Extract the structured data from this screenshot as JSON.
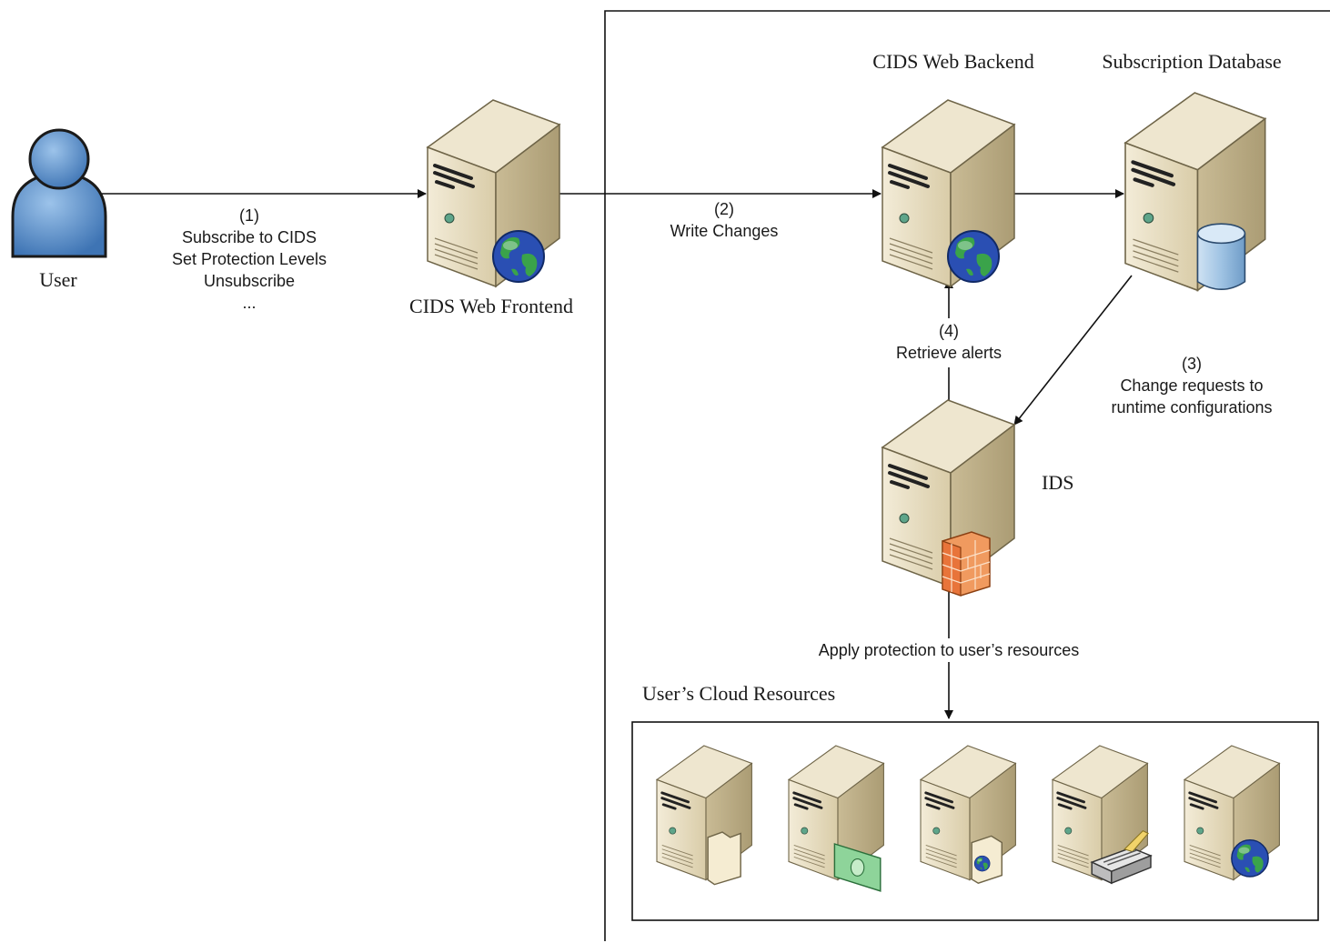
{
  "nodes": {
    "user": "User",
    "frontend": "CIDS Web Frontend",
    "backend": "CIDS Web Backend",
    "database": "Subscription Database",
    "ids": "IDS",
    "resources": "User’s Cloud Resources"
  },
  "edges": {
    "step1": {
      "number": "(1)",
      "lines": [
        "Subscribe to CIDS",
        "Set Protection Levels",
        "Unsubscribe",
        "..."
      ]
    },
    "step2": {
      "number": "(2)",
      "lines": [
        "Write Changes"
      ]
    },
    "step3": {
      "number": "(3)",
      "lines": [
        "Change requests to",
        "runtime configurations"
      ]
    },
    "step4": {
      "number": "(4)",
      "lines": [
        "Retrieve alerts"
      ]
    },
    "apply": {
      "lines": [
        "Apply protection to user’s resources"
      ]
    }
  },
  "resource_icons": [
    "folder-icon",
    "money-icon",
    "globe-document-icon",
    "printer-icon",
    "globe-icon"
  ],
  "colors": {
    "server_face": "#e8dfc6",
    "server_side": "#cfc2a0",
    "user_blue": "#5b8fc8",
    "globe_ocean": "#2a4fb3",
    "globe_land": "#3aa34a",
    "firewall": "#e8743a"
  }
}
